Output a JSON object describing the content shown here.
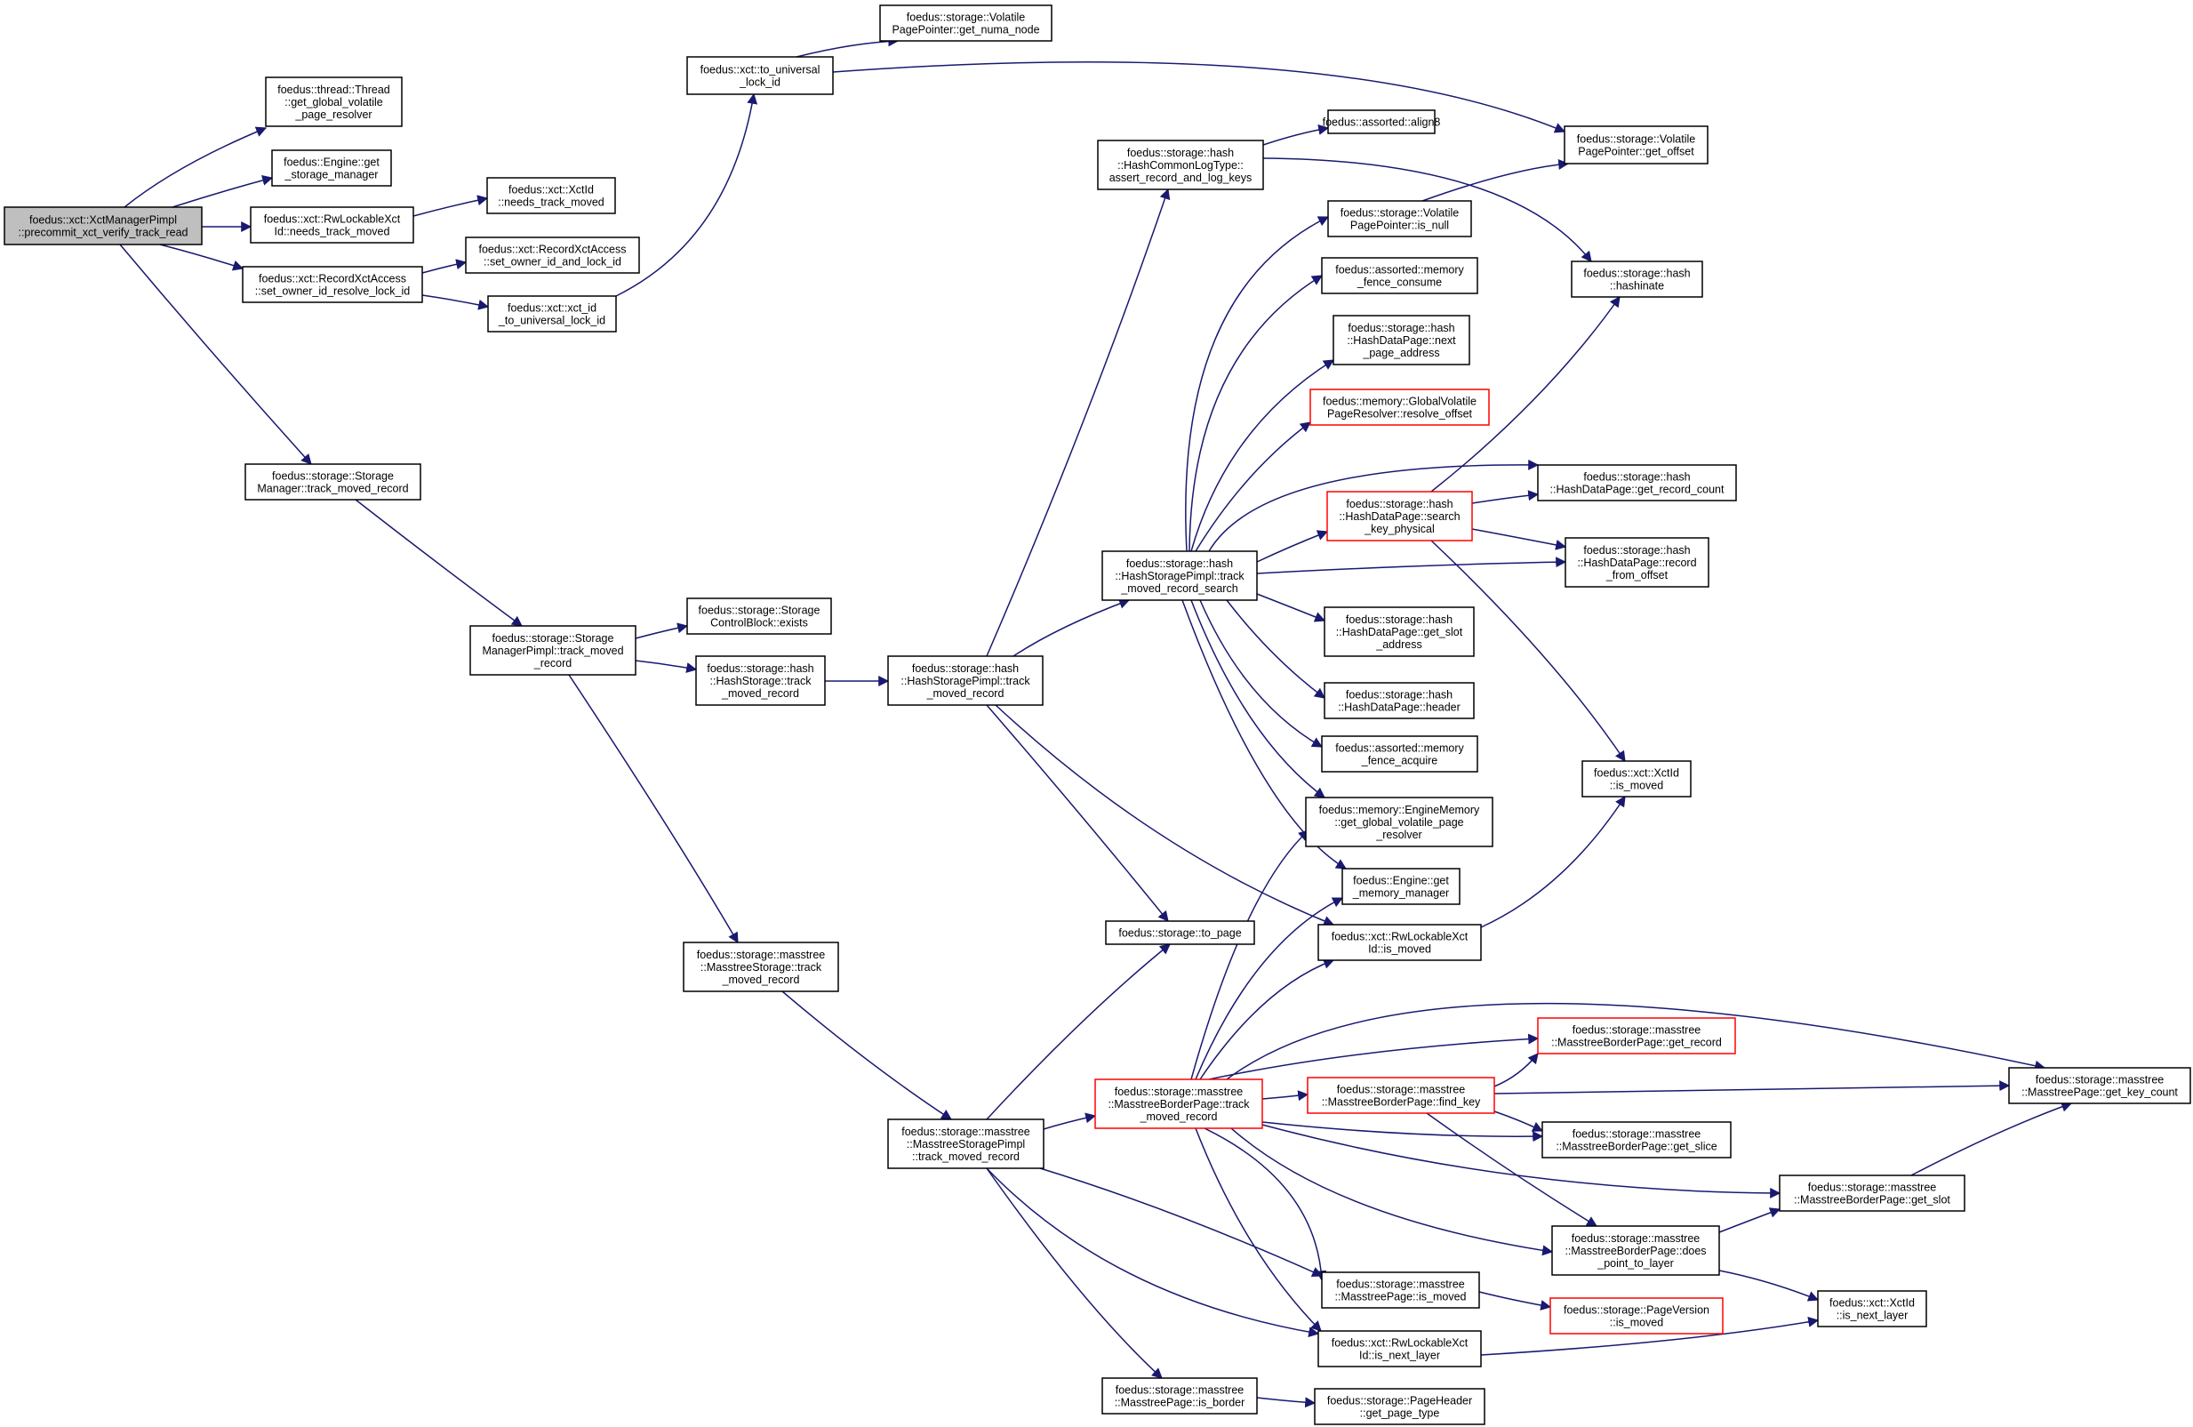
{
  "colors": {
    "edge": "#191970",
    "root_fill": "#bfbfbf",
    "highlight_border": "#ff0000",
    "border": "#000000"
  },
  "nodes": {
    "root": [
      "foedus::xct::XctManagerPimpl",
      "::precommit_xct_verify_track_read"
    ],
    "thread_get_global_volatile_page_resolver": [
      "foedus::thread::Thread",
      "::get_global_volatile",
      "_page_resolver"
    ],
    "engine_get_storage_manager": [
      "foedus::Engine::get",
      "_storage_manager"
    ],
    "rwlockable_needs_track_moved": [
      "foedus::xct::RwLockableXct",
      "Id::needs_track_moved"
    ],
    "xctid_needs_track_moved": [
      "foedus::xct::XctId",
      "::needs_track_moved"
    ],
    "record_xct_access_set_owner_id_resolve_lock_id": [
      "foedus::xct::RecordXctAccess",
      "::set_owner_id_resolve_lock_id"
    ],
    "record_xct_access_set_owner_id_and_lock_id": [
      "foedus::xct::RecordXctAccess",
      "::set_owner_id_and_lock_id"
    ],
    "xct_id_to_universal_lock_id": [
      "foedus::xct::xct_id",
      "_to_universal_lock_id"
    ],
    "to_universal_lock_id": [
      "foedus::xct::to_universal",
      "_lock_id"
    ],
    "volatile_get_numa_node": [
      "foedus::storage::Volatile",
      "PagePointer::get_numa_node"
    ],
    "volatile_get_offset": [
      "foedus::storage::Volatile",
      "PagePointer::get_offset"
    ],
    "storage_manager_track_moved_record": [
      "foedus::storage::Storage",
      "Manager::track_moved_record"
    ],
    "storage_manager_pimpl_track_moved_record": [
      "foedus::storage::Storage",
      "ManagerPimpl::track_moved",
      "_record"
    ],
    "storage_control_block_exists": [
      "foedus::storage::Storage",
      "ControlBlock::exists"
    ],
    "hash_storage_track_moved_record": [
      "foedus::storage::hash",
      "::HashStorage::track",
      "_moved_record"
    ],
    "hash_storage_pimpl_track_moved_record": [
      "foedus::storage::hash",
      "::HashStoragePimpl::track",
      "_moved_record"
    ],
    "hash_common_log_type_assert": [
      "foedus::storage::hash",
      "::HashCommonLogType::",
      "assert_record_and_log_keys"
    ],
    "assorted_align8": [
      "foedus::assorted::align8"
    ],
    "hashinate": [
      "foedus::storage::hash",
      "::hashinate"
    ],
    "volatile_is_null": [
      "foedus::storage::Volatile",
      "PagePointer::is_null"
    ],
    "memory_fence_consume": [
      "foedus::assorted::memory",
      "_fence_consume"
    ],
    "hash_data_page_next_page_address": [
      "foedus::storage::hash",
      "::HashDataPage::next",
      "_page_address"
    ],
    "global_volatile_page_resolver_resolve_offset": [
      "foedus::memory::GlobalVolatile",
      "PageResolver::resolve_offset"
    ],
    "hash_data_page_get_record_count": [
      "foedus::storage::hash",
      "::HashDataPage::get_record_count"
    ],
    "hash_data_page_search_key_physical": [
      "foedus::storage::hash",
      "::HashDataPage::search",
      "_key_physical"
    ],
    "hash_data_page_record_from_offset": [
      "foedus::storage::hash",
      "::HashDataPage::record",
      "_from_offset"
    ],
    "hash_storage_pimpl_track_moved_record_search": [
      "foedus::storage::hash",
      "::HashStoragePimpl::track",
      "_moved_record_search"
    ],
    "hash_data_page_get_slot_address": [
      "foedus::storage::hash",
      "::HashDataPage::get_slot",
      "_address"
    ],
    "hash_data_page_header": [
      "foedus::storage::hash",
      "::HashDataPage::header"
    ],
    "memory_fence_acquire": [
      "foedus::assorted::memory",
      "_fence_acquire"
    ],
    "xctid_is_moved": [
      "foedus::xct::XctId",
      "::is_moved"
    ],
    "engine_memory_get_global_volatile_page_resolver": [
      "foedus::memory::EngineMemory",
      "::get_global_volatile_page",
      "_resolver"
    ],
    "engine_get_memory_manager": [
      "foedus::Engine::get",
      "_memory_manager"
    ],
    "to_page": [
      "foedus::storage::to_page"
    ],
    "rwlockable_is_moved": [
      "foedus::xct::RwLockableXct",
      "Id::is_moved"
    ],
    "masstree_storage_track_moved_record": [
      "foedus::storage::masstree",
      "::MasstreeStorage::track",
      "_moved_record"
    ],
    "masstree_border_page_get_record": [
      "foedus::storage::masstree",
      "::MasstreeBorderPage::get_record"
    ],
    "masstree_page_get_key_count": [
      "foedus::storage::masstree",
      "::MasstreePage::get_key_count"
    ],
    "masstree_border_page_track_moved_record": [
      "foedus::storage::masstree",
      "::MasstreeBorderPage::track",
      "_moved_record"
    ],
    "masstree_border_page_find_key": [
      "foedus::storage::masstree",
      "::MasstreeBorderPage::find_key"
    ],
    "masstree_border_page_get_slice": [
      "foedus::storage::masstree",
      "::MasstreeBorderPage::get_slice"
    ],
    "masstree_storage_pimpl_track_moved_record": [
      "foedus::storage::masstree",
      "::MasstreeStoragePimpl",
      "::track_moved_record"
    ],
    "masstree_border_page_get_slot": [
      "foedus::storage::masstree",
      "::MasstreeBorderPage::get_slot"
    ],
    "masstree_border_page_does_point_to_layer": [
      "foedus::storage::masstree",
      "::MasstreeBorderPage::does",
      "_point_to_layer"
    ],
    "masstree_page_is_moved": [
      "foedus::storage::masstree",
      "::MasstreePage::is_moved"
    ],
    "page_version_is_moved": [
      "foedus::storage::PageVersion",
      "::is_moved"
    ],
    "xctid_is_next_layer": [
      "foedus::xct::XctId",
      "::is_next_layer"
    ],
    "rwlockable_is_next_layer": [
      "foedus::xct::RwLockableXct",
      "Id::is_next_layer"
    ],
    "masstree_page_is_border": [
      "foedus::storage::masstree",
      "::MasstreePage::is_border"
    ],
    "page_header_get_page_type": [
      "foedus::storage::PageHeader",
      "::get_page_type"
    ]
  }
}
